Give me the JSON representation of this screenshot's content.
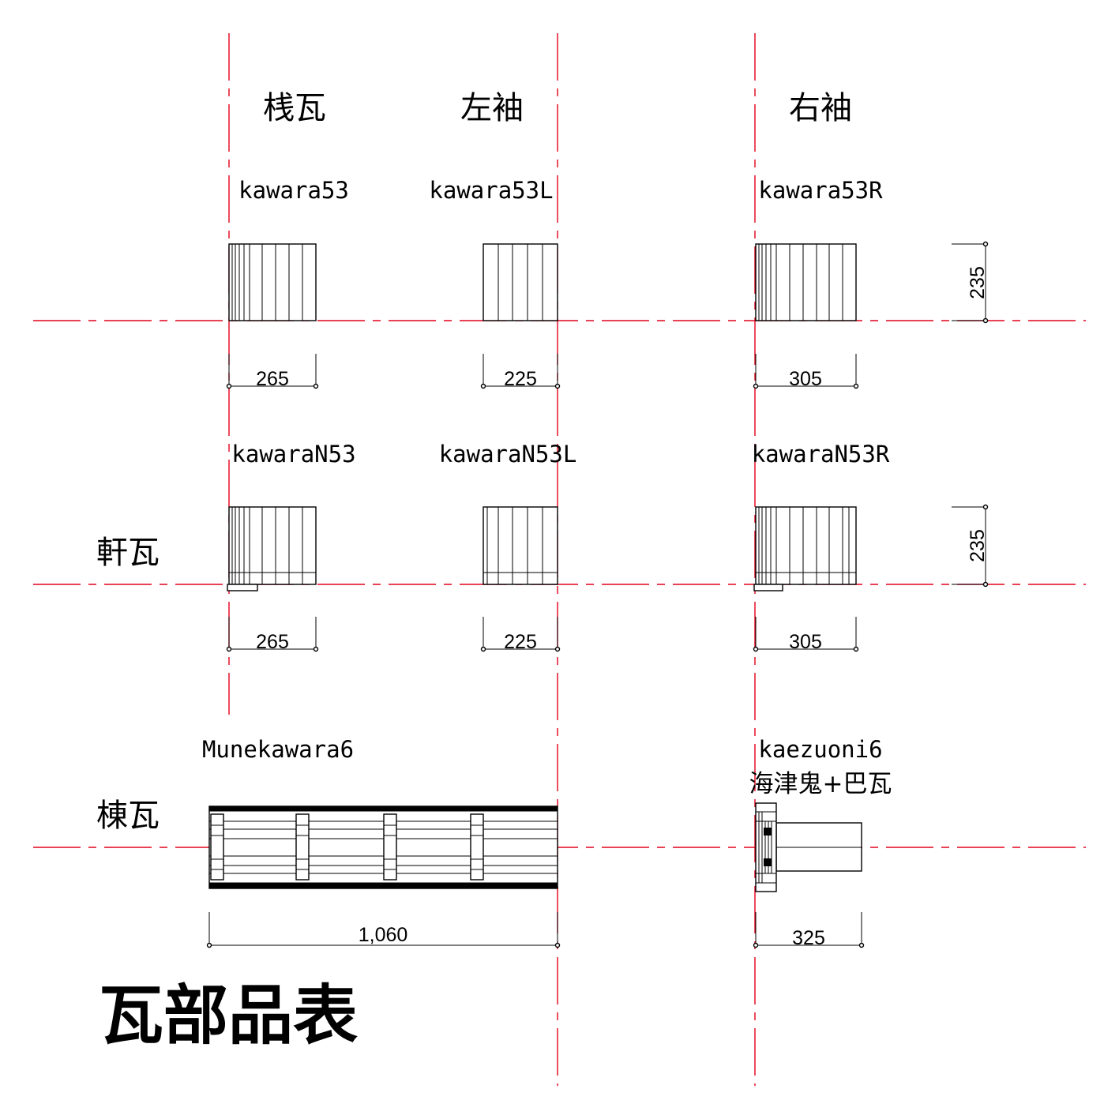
{
  "title": "瓦部品表",
  "columns": {
    "sangawara": "桟瓦",
    "left_sleeve": "左袖",
    "right_sleeve": "右袖"
  },
  "rows": {
    "eaves": "軒瓦",
    "ridge": "棟瓦"
  },
  "parts": {
    "kawara53": {
      "name": "kawara53",
      "width": "265"
    },
    "kawara53L": {
      "name": "kawara53L",
      "width": "225"
    },
    "kawara53R": {
      "name": "kawara53R",
      "width": "305",
      "height": "235"
    },
    "kawaraN53": {
      "name": "kawaraN53",
      "width": "265"
    },
    "kawaraN53L": {
      "name": "kawaraN53L",
      "width": "225"
    },
    "kawaraN53R": {
      "name": "kawaraN53R",
      "width": "305",
      "height": "235"
    },
    "munekawara6": {
      "name": "Munekawara6",
      "width": "1,060"
    },
    "kaezuoni6": {
      "name": "kaezuoni6",
      "subtitle": "海津鬼+巴瓦",
      "width": "325"
    }
  },
  "colors": {
    "centerline": "#e3001b",
    "line": "#000000",
    "background": "#ffffff"
  }
}
